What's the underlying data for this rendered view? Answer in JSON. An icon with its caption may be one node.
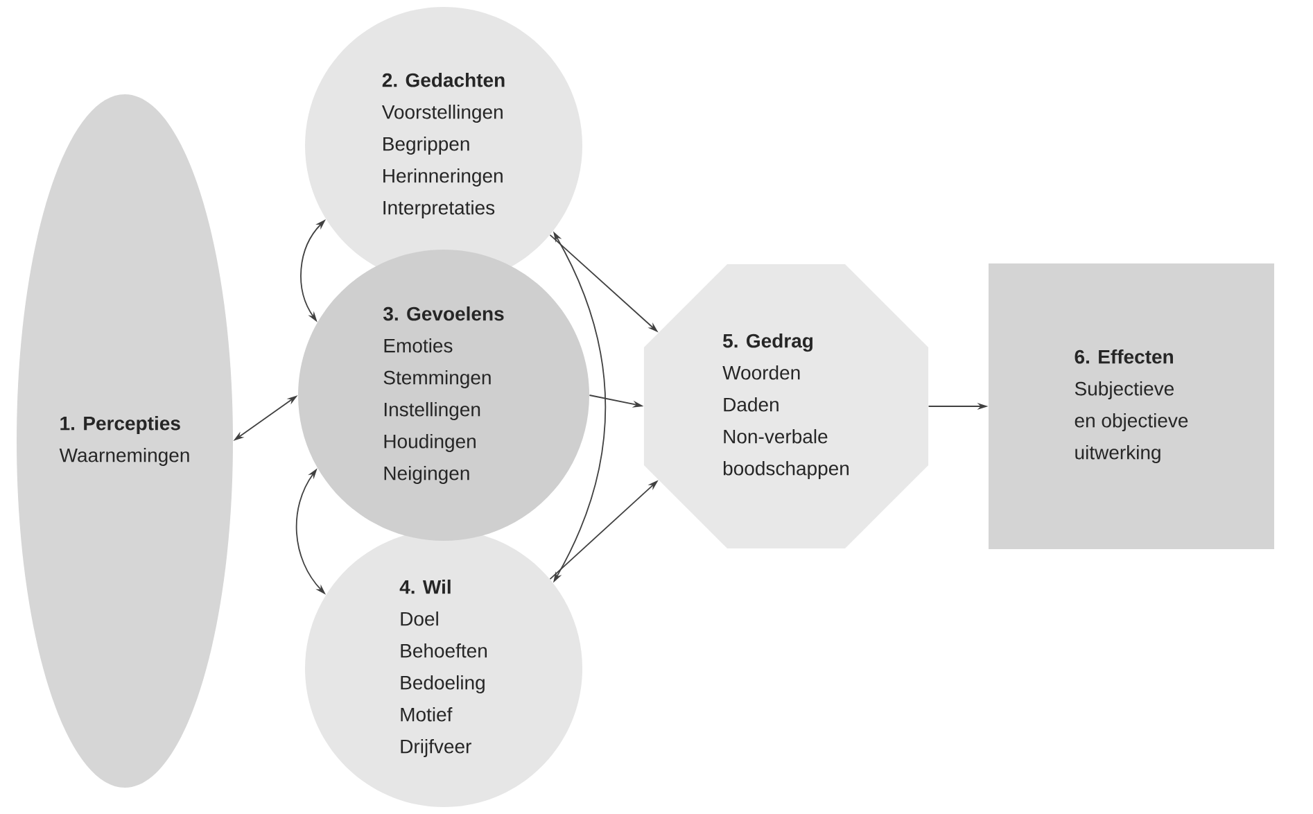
{
  "diagram": {
    "nodes": [
      {
        "text": [
          "1. Percepties",
          "Waarnemingen"
        ]
      },
      {
        "text": [
          "2. Gedachten",
          "Voorstellingen",
          "Begrippen",
          "Herinneringen",
          "Interpretaties"
        ]
      },
      {
        "text": [
          "3. Gevoelens",
          "Emoties",
          "Stemmingen",
          "Instellingen",
          "Houdingen",
          "Neigingen"
        ]
      },
      {
        "text": [
          "4. Wil",
          "Doel",
          "Behoeften",
          "Bedoeling",
          "Motief",
          "Drijfveer"
        ]
      },
      {
        "text": [
          "5. Gedrag",
          "Woorden",
          "Daden",
          "Non-verbale",
          "boodschappen"
        ]
      },
      {
        "text": [
          "6. Effecten",
          "Subjectieve",
          "en objectieve",
          "uitwerking"
        ]
      }
    ],
    "edges": [
      {
        "from": 0,
        "to": 2,
        "arrow": "both"
      },
      {
        "from": 1,
        "to": 2,
        "arrow": "both"
      },
      {
        "from": 2,
        "to": 3,
        "arrow": "both"
      },
      {
        "from": 1,
        "to": 3,
        "arrow": "both"
      },
      {
        "from": 1,
        "to": 4,
        "arrow": "to"
      },
      {
        "from": 2,
        "to": 4,
        "arrow": "to"
      },
      {
        "from": 3,
        "to": 4,
        "arrow": "to"
      },
      {
        "from": 4,
        "to": 5,
        "arrow": "to"
      }
    ]
  }
}
